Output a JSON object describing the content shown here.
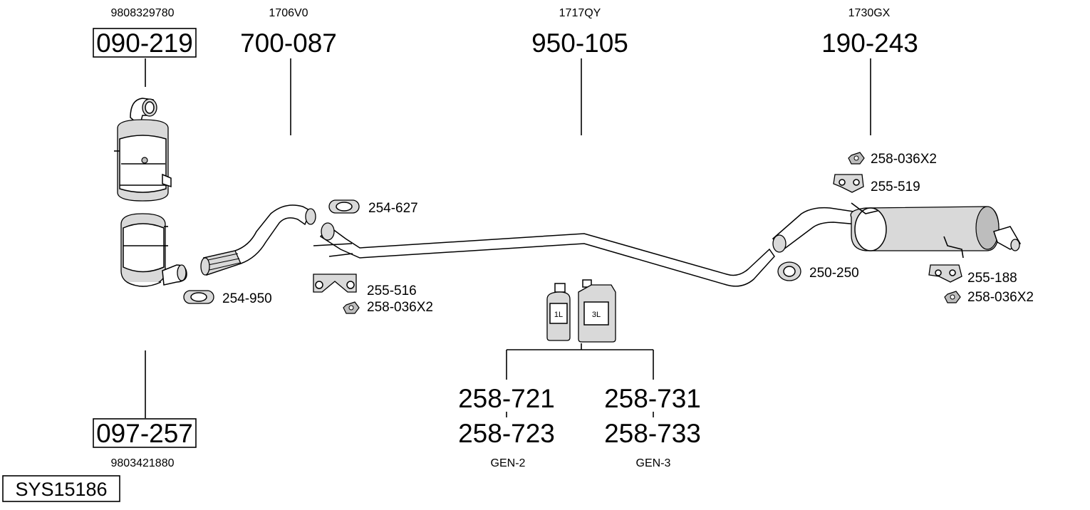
{
  "diagram": {
    "system_code": "SYS15186",
    "main_parts": [
      {
        "ref": "9808329780",
        "number": "090-219",
        "boxed": true
      },
      {
        "ref": "1706V0",
        "number": "700-087",
        "boxed": false
      },
      {
        "ref": "1717QY",
        "number": "950-105",
        "boxed": false
      },
      {
        "ref": "1730GX",
        "number": "190-243",
        "boxed": false
      }
    ],
    "lower_part": {
      "ref": "9803421880",
      "number": "097-257",
      "boxed": true
    },
    "fittings": [
      {
        "label": "254-627"
      },
      {
        "label": "254-950"
      },
      {
        "label": "255-516"
      },
      {
        "label": "258-036X2"
      },
      {
        "label": "258-036X2"
      },
      {
        "label": "255-519"
      },
      {
        "label": "250-250"
      },
      {
        "label": "255-188"
      },
      {
        "label": "258-036X2"
      }
    ],
    "fluids": [
      {
        "container": "1L",
        "numbers": [
          "258-721",
          "258-723"
        ],
        "code": "GEN-2"
      },
      {
        "container": "3L",
        "numbers": [
          "258-731",
          "258-733"
        ],
        "code": "GEN-3"
      }
    ]
  }
}
